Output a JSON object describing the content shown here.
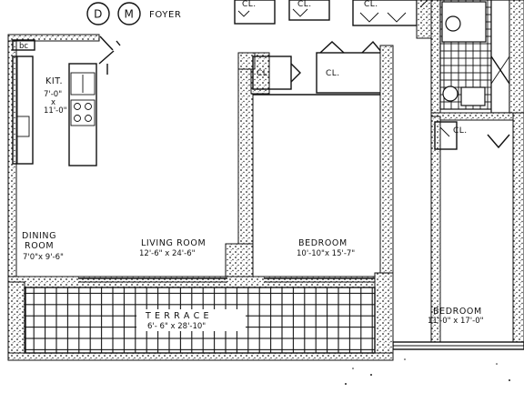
{
  "badges": [
    "D",
    "M"
  ],
  "foyer": "FOYER",
  "kitchen": {
    "name": "KIT.",
    "dim1": "7'-0\"",
    "x": "x",
    "dim2": "11'-0\""
  },
  "bc": "bc",
  "dining": {
    "name1": "DINING",
    "name2": "ROOM",
    "dim": "7'0\"x 9'-6\""
  },
  "living": {
    "name": "LIVING ROOM",
    "dim": "12'-6\" x 24'-6\""
  },
  "bedroom1": {
    "name": "BEDROOM",
    "dim": "10'-10\"x 15'-7\""
  },
  "bedroom2": {
    "name": "BEDROOM",
    "dim": "11'-0\" x 17'-0\""
  },
  "terrace": {
    "name": "T E R R A C E",
    "dim": "6'- 6\" x 28'-10\""
  },
  "closets": [
    "CL.",
    "CL.",
    "CL.",
    "CL.",
    "CL.",
    "CL."
  ]
}
